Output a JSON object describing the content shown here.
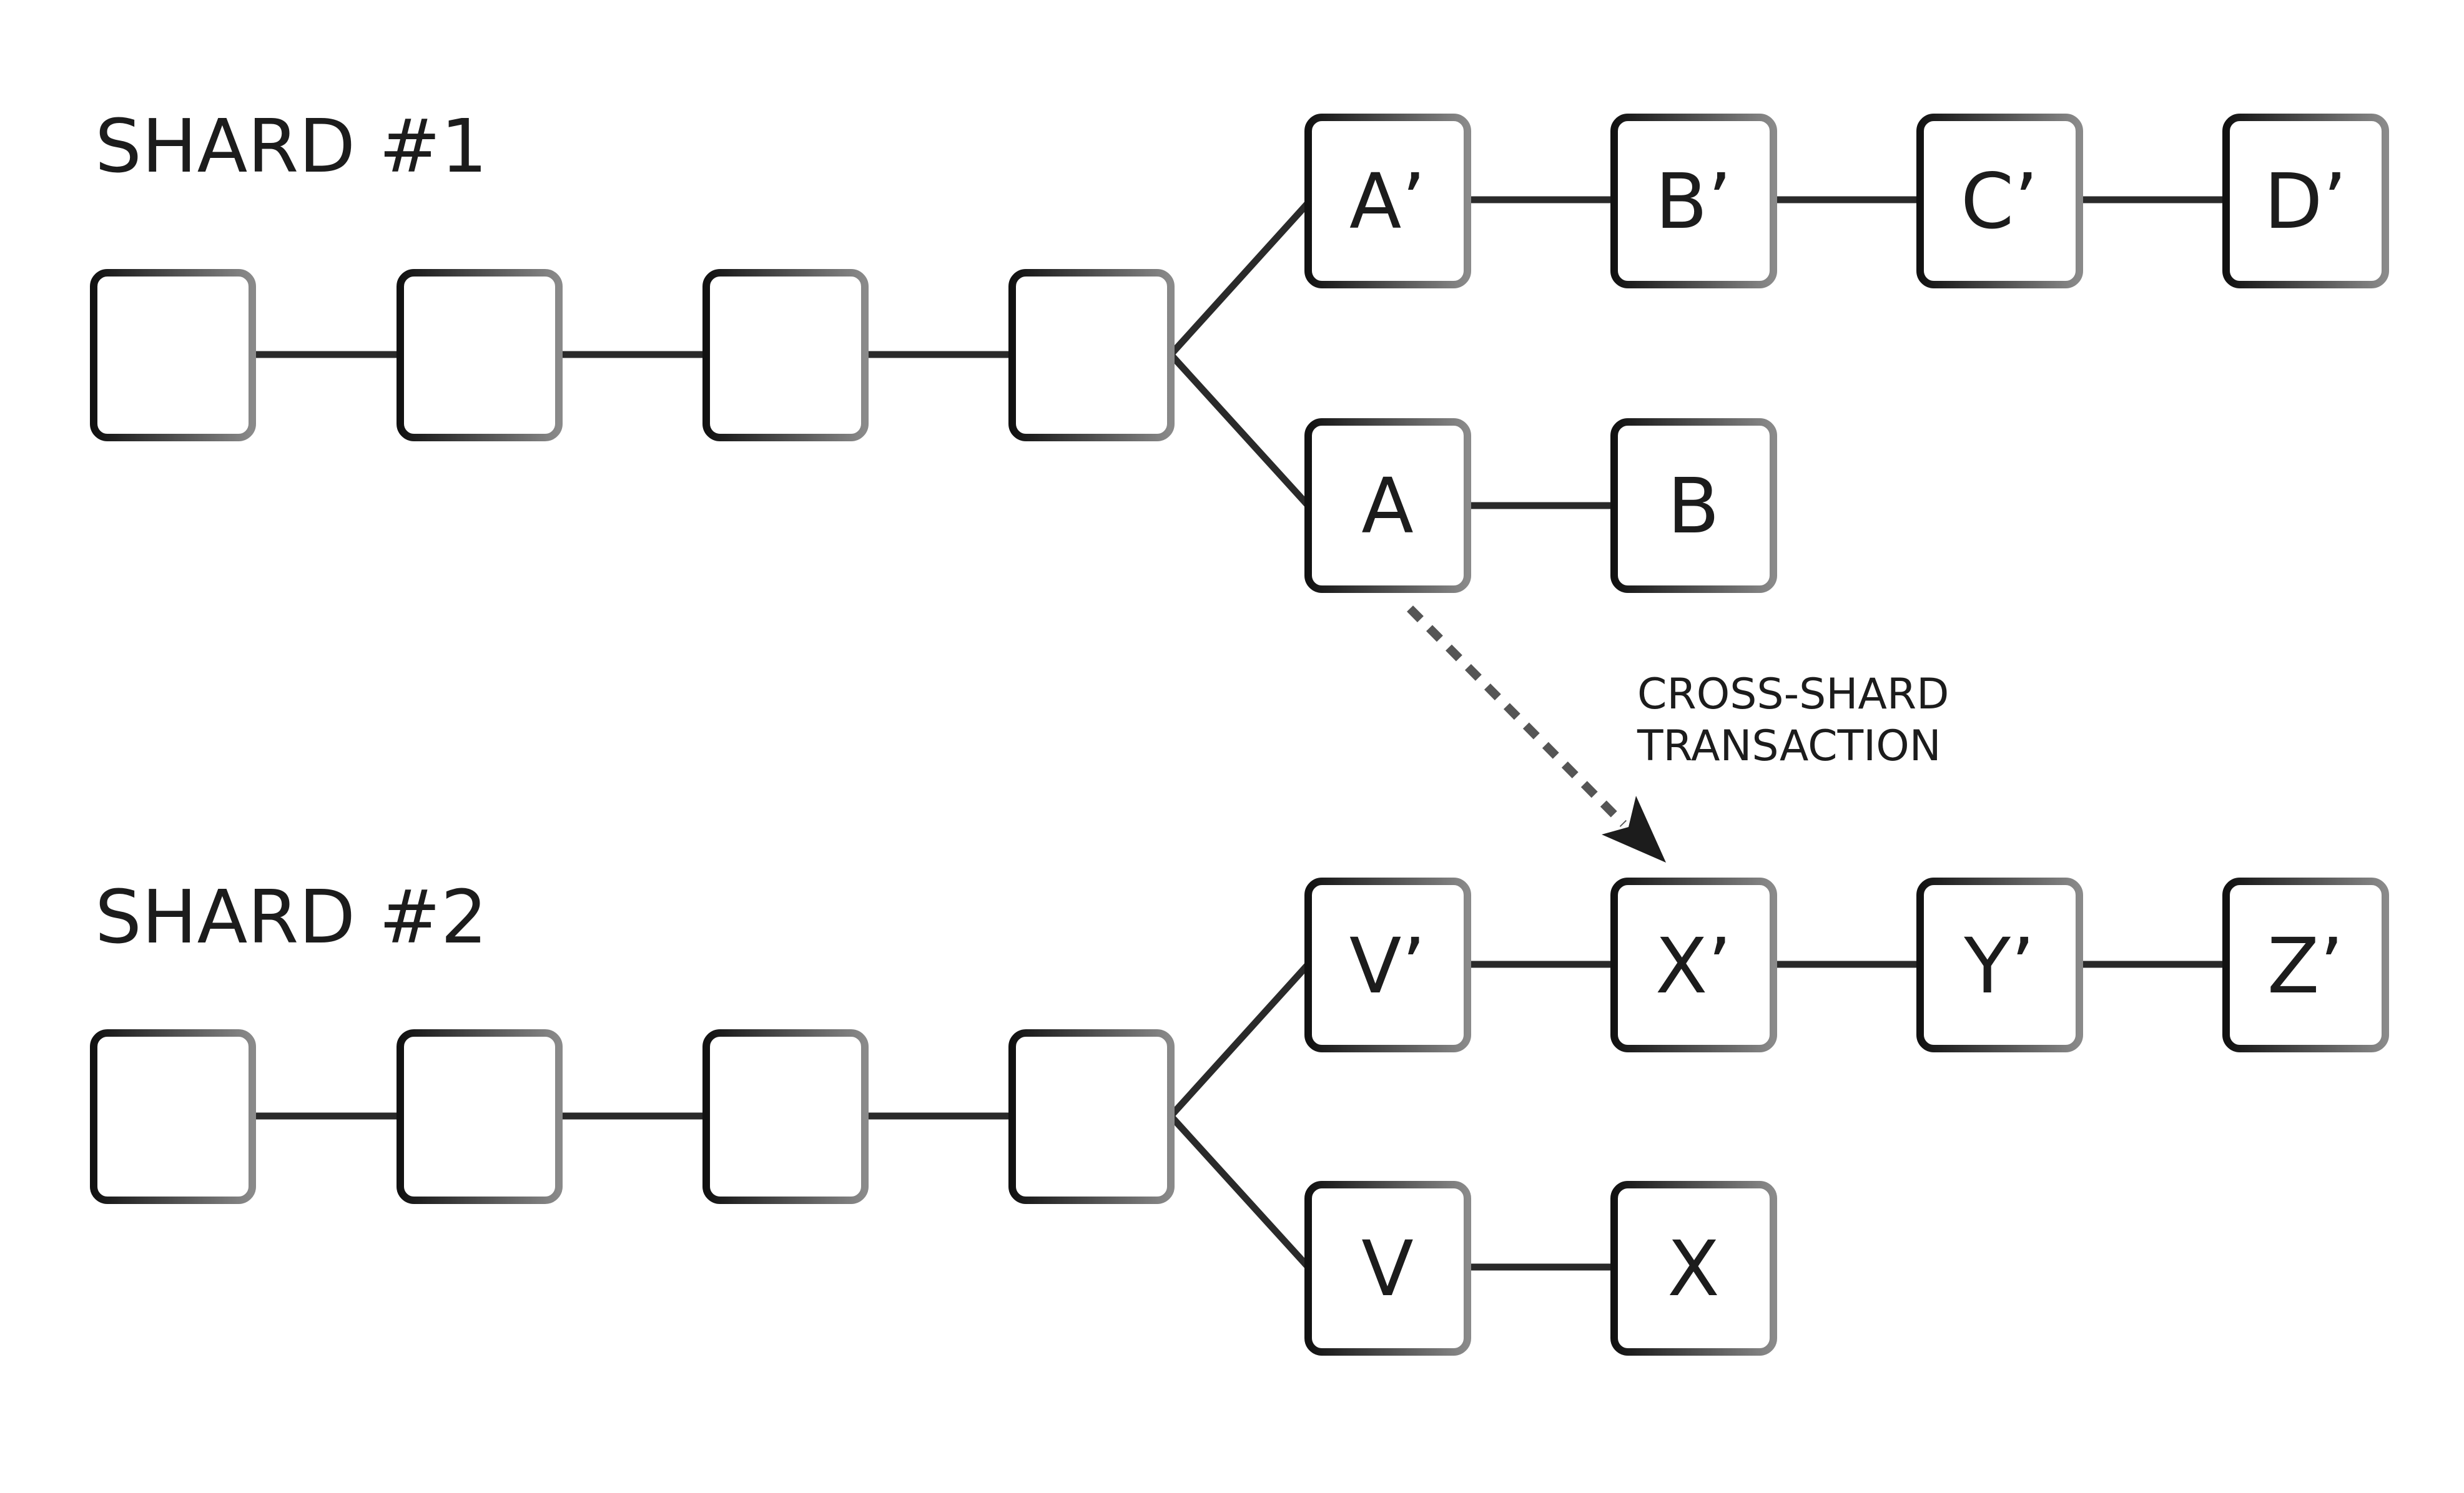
{
  "diagram": {
    "shards": [
      {
        "label": "SHARD #1",
        "base_chain_blocks": [
          "",
          "",
          "",
          ""
        ],
        "fork_upper": [
          "A’",
          "B’",
          "C’",
          "D’"
        ],
        "fork_lower": [
          "A",
          "B"
        ]
      },
      {
        "label": "SHARD #2",
        "base_chain_blocks": [
          "",
          "",
          "",
          ""
        ],
        "fork_upper": [
          "V’",
          "X’",
          "Y’",
          "Z’"
        ],
        "fork_lower": [
          "V",
          "X"
        ]
      }
    ],
    "cross_shard": {
      "label_line1": "CROSS-SHARD",
      "label_line2": "TRANSACTION",
      "from_block": "A",
      "to_block": "X’"
    },
    "colors": {
      "ink": "#1c1c1c",
      "gradient_dark": "#111111",
      "gradient_light": "#8a8a8a",
      "arrow_dots": "#555555"
    }
  }
}
